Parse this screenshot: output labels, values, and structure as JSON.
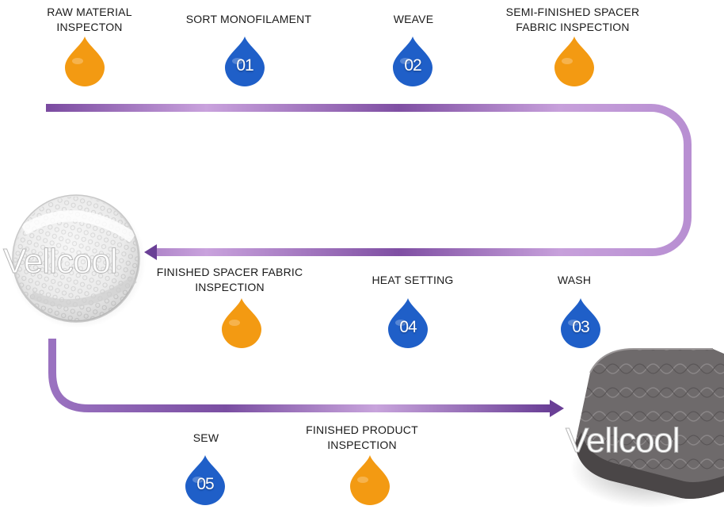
{
  "colors": {
    "flow_line": "#8a5aa8",
    "flow_line_light": "#c9a2dd",
    "orange_drop": "#f39a12",
    "blue_drop": "#1f5fc8"
  },
  "steps": [
    {
      "label": "RAW MATERIAL\nINSPECTON",
      "number": "",
      "color": "orange"
    },
    {
      "label": "SORT MONOFILAMENT",
      "number": "01",
      "color": "blue"
    },
    {
      "label": "WEAVE",
      "number": "02",
      "color": "blue"
    },
    {
      "label": "SEMI-FINISHED SPACER\nFABRIC INSPECTION",
      "number": "",
      "color": "orange"
    },
    {
      "label": "WASH",
      "number": "03",
      "color": "blue"
    },
    {
      "label": "HEAT SETTING",
      "number": "04",
      "color": "blue"
    },
    {
      "label": "FINISHED SPACER FABRIC\nINSPECTION",
      "number": "",
      "color": "orange"
    },
    {
      "label": "SEW",
      "number": "05",
      "color": "blue"
    },
    {
      "label": "FINISHED PRODUCT\nINSPECTION",
      "number": "",
      "color": "orange"
    }
  ],
  "images": {
    "spacer_fabric_ball": {
      "watermark": "Vellcool"
    },
    "mattress": {
      "watermark": "Vellcool"
    }
  }
}
